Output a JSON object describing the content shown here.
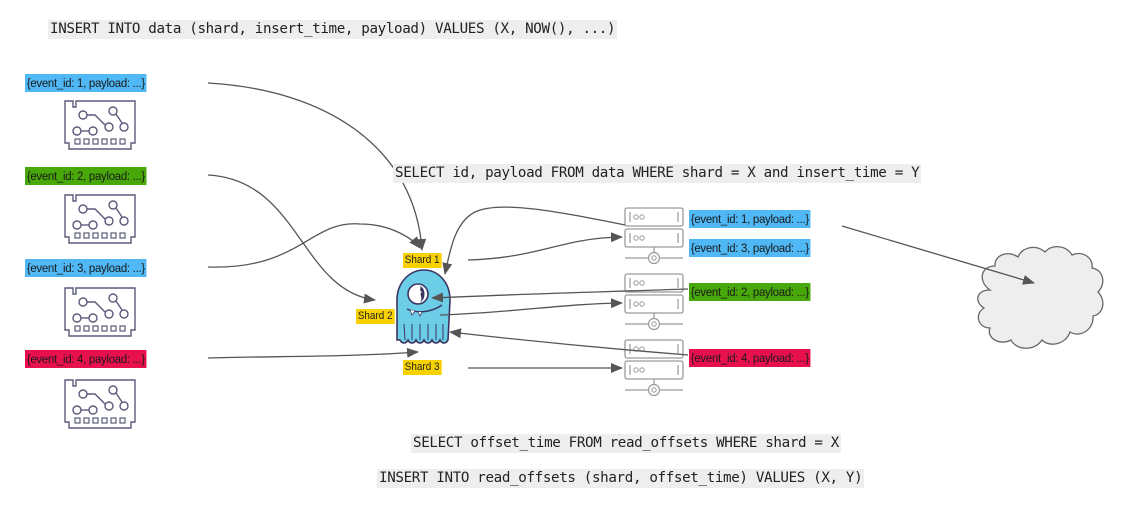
{
  "queries": {
    "insert_data": "INSERT INTO data (shard, insert_time, payload) VALUES (X, NOW(), ...)",
    "select_data": "SELECT id, payload FROM data WHERE shard = X and insert_time = Y",
    "select_offsets": "SELECT offset_time FROM read_offsets WHERE shard = X",
    "insert_offsets": "INSERT INTO read_offsets (shard, offset_time) VALUES (X, Y)"
  },
  "producers": [
    {
      "label": "{event_id: 1, payload: ...}",
      "color": "#4fb8f5",
      "icon": "circuit-board-icon"
    },
    {
      "label": "{event_id: 2, payload: ...}",
      "color": "#48a80a",
      "icon": "circuit-board-icon"
    },
    {
      "label": "{event_id: 3, payload: ...}",
      "color": "#4fb8f5",
      "icon": "circuit-board-icon"
    },
    {
      "label": "{event_id: 4, payload: ...}",
      "color": "#e8114e",
      "icon": "circuit-board-icon"
    }
  ],
  "database": {
    "icon": "scylla-monster-icon",
    "shards": [
      "Shard 1",
      "Shard 2",
      "Shard 3"
    ],
    "shard_label_color": "#f7d200",
    "body_color": "#6ccde6"
  },
  "consumers": [
    {
      "icon": "server-icon",
      "events": [
        {
          "label": "{event_id: 1, payload: ...}",
          "color": "#4fb8f5"
        },
        {
          "label": "{event_id: 3, payload: ...}",
          "color": "#4fb8f5"
        }
      ]
    },
    {
      "icon": "server-icon",
      "events": [
        {
          "label": "{event_id: 2, payload: ...}",
          "color": "#48a80a"
        }
      ]
    },
    {
      "icon": "server-icon",
      "events": [
        {
          "label": "{event_id: 4, payload: ...}",
          "color": "#e8114e"
        }
      ]
    }
  ],
  "destination": {
    "icon": "cloud-icon"
  },
  "colors": {
    "arrow": "#555555",
    "icon_stroke": "#5a5a7a",
    "server_stroke": "#9a9a9a",
    "cloud_fill": "#eeeeee",
    "sql_background": "#eeeeee"
  }
}
